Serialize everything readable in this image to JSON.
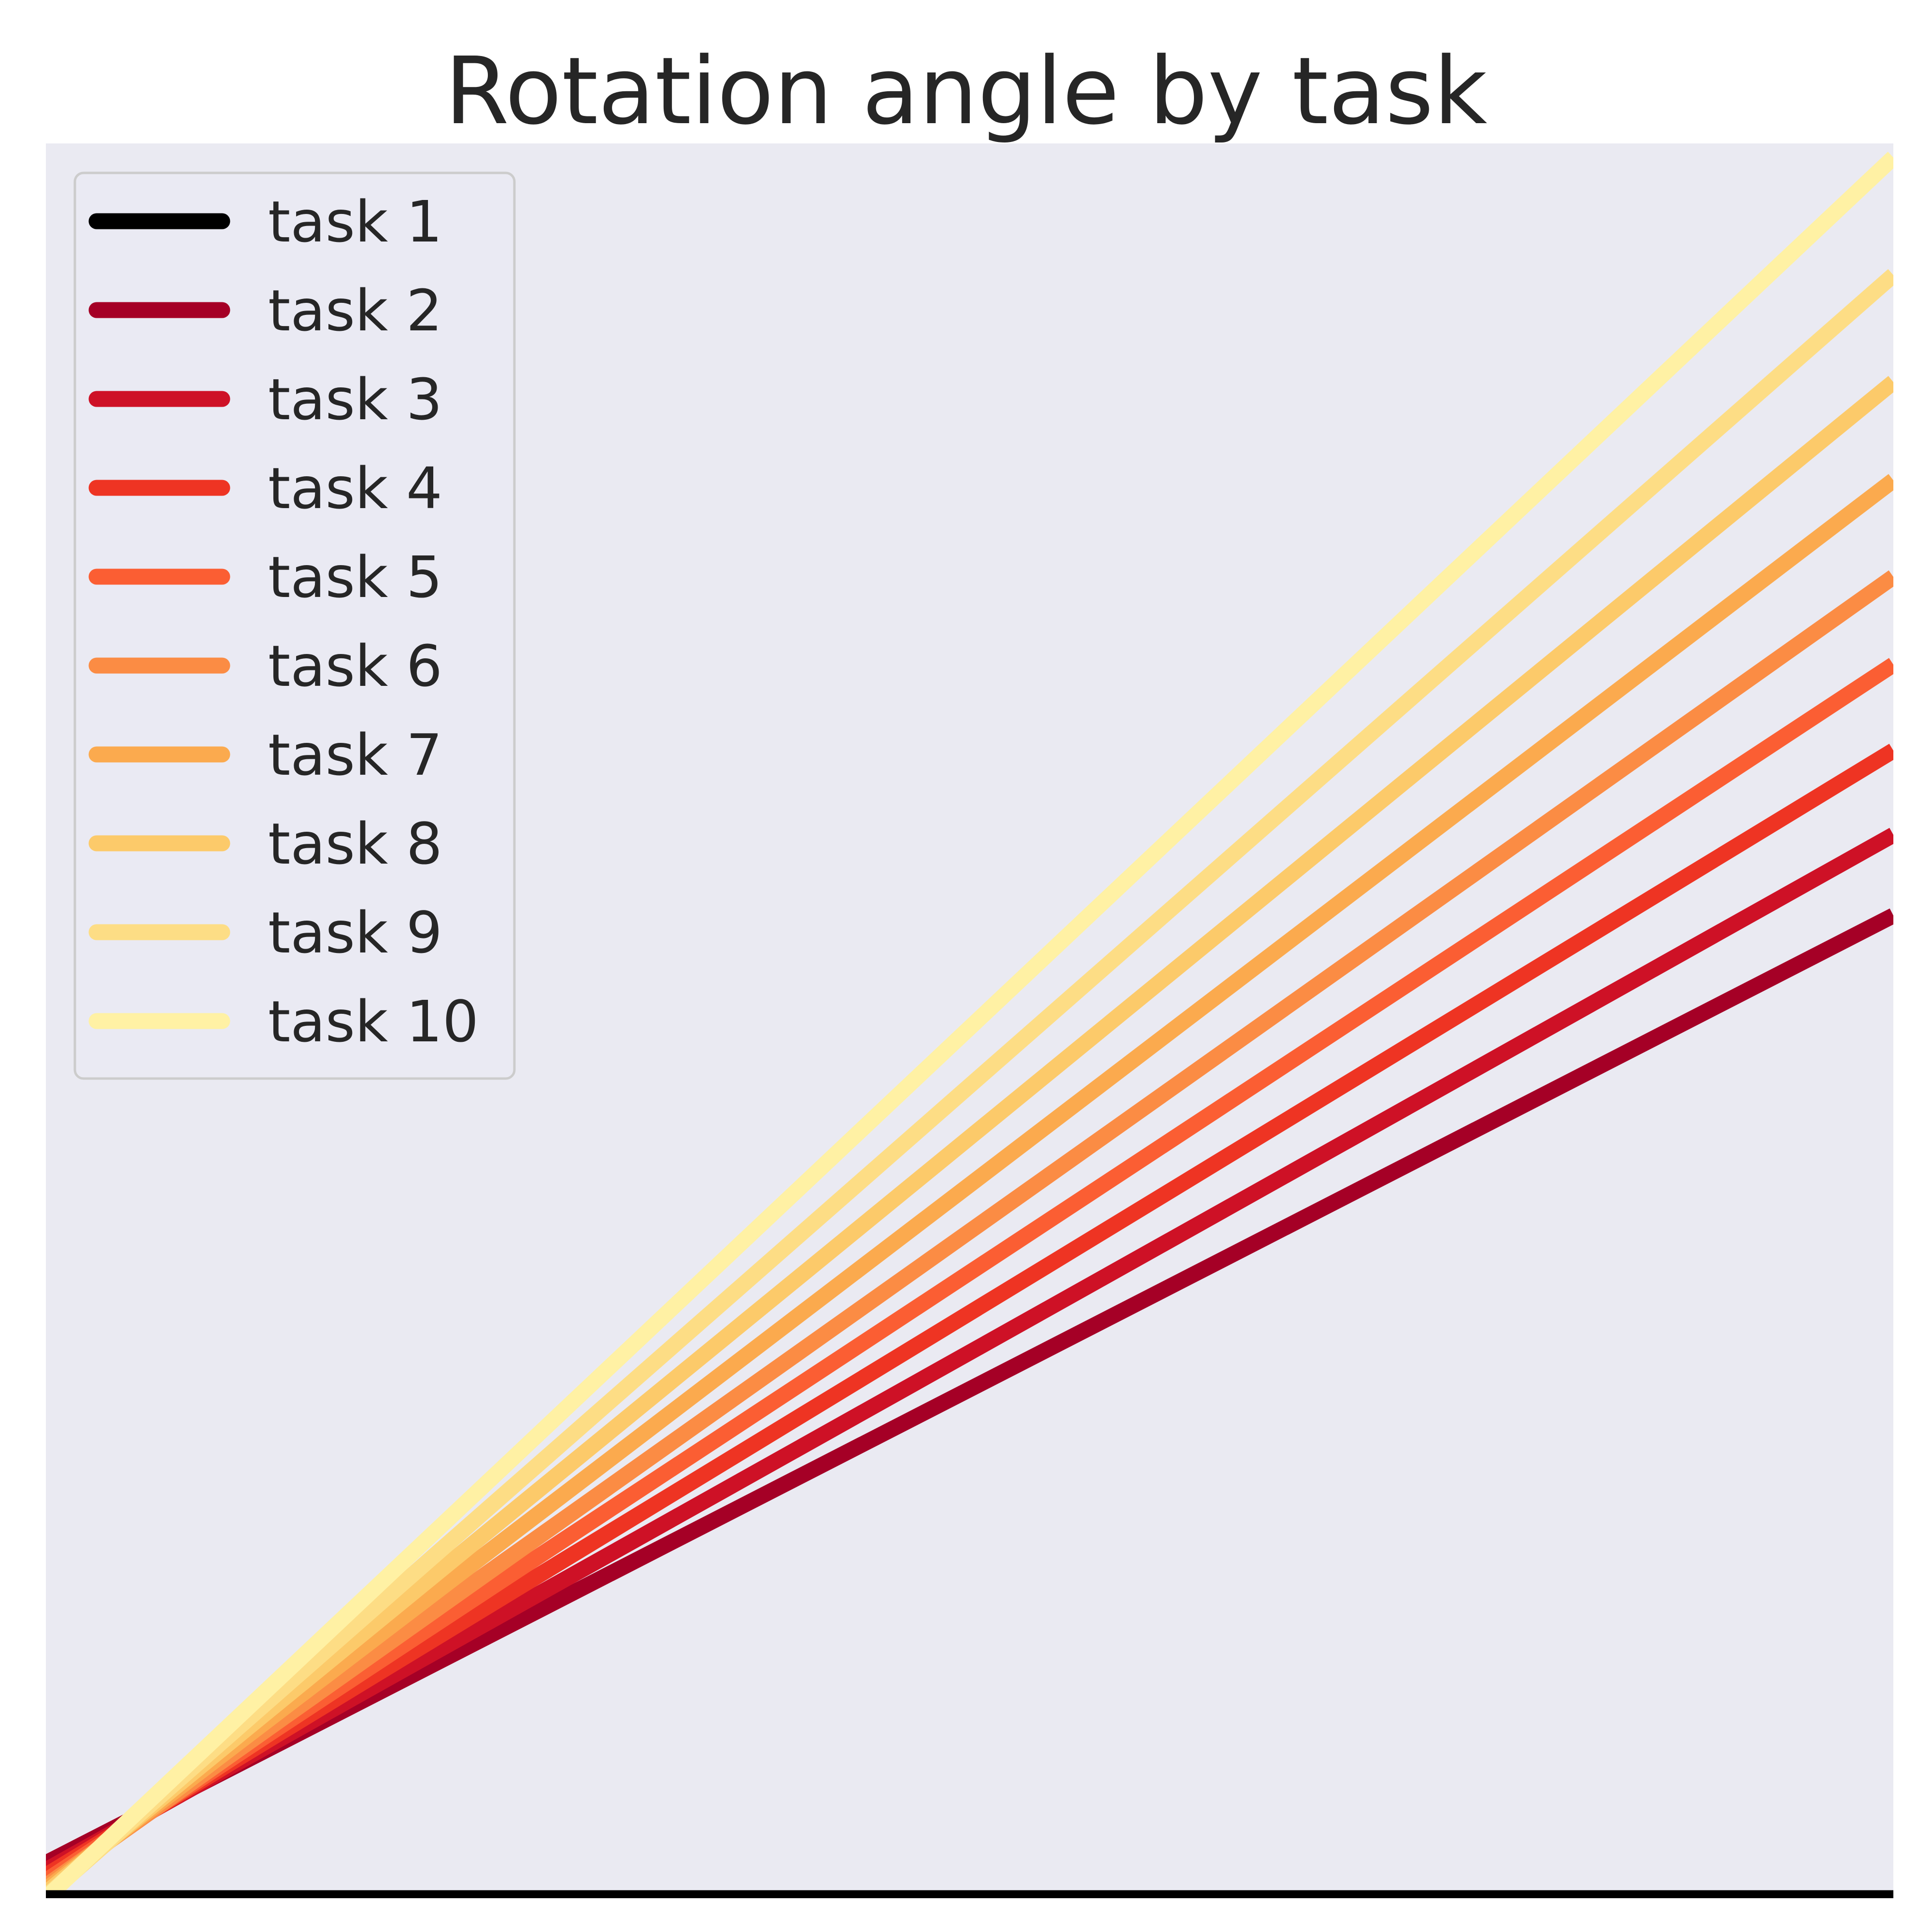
{
  "chart_data": {
    "type": "line",
    "title": "Rotation angle by task",
    "xlabel": "",
    "ylabel": "",
    "x": [
      0,
      1
    ],
    "xlim": [
      0,
      1
    ],
    "ylim": [
      0,
      1
    ],
    "grid": false,
    "axis_ticks": false,
    "legend_position": "upper left",
    "background_color": "#eaeaf2",
    "series": [
      {
        "name": "task 1",
        "color": "#000000",
        "values": [
          0.0,
          0.0
        ]
      },
      {
        "name": "task 2",
        "color": "#a50026",
        "values": [
          0.02,
          0.56
        ]
      },
      {
        "name": "task 3",
        "color": "#ce1126",
        "values": [
          0.016,
          0.606
        ]
      },
      {
        "name": "task 4",
        "color": "#ee3423",
        "values": [
          0.013,
          0.654
        ]
      },
      {
        "name": "task 5",
        "color": "#fb5e33",
        "values": [
          0.01,
          0.703
        ]
      },
      {
        "name": "task 6",
        "color": "#fb8c44",
        "values": [
          0.007,
          0.753
        ]
      },
      {
        "name": "task 7",
        "color": "#fbaa4e",
        "values": [
          0.005,
          0.808
        ]
      },
      {
        "name": "task 8",
        "color": "#fcca6a",
        "values": [
          0.003,
          0.864
        ]
      },
      {
        "name": "task 9",
        "color": "#fddd85",
        "values": [
          0.001,
          0.925
        ]
      },
      {
        "name": "task 10",
        "color": "#fff1a4",
        "values": [
          0.0,
          0.992
        ]
      }
    ]
  }
}
